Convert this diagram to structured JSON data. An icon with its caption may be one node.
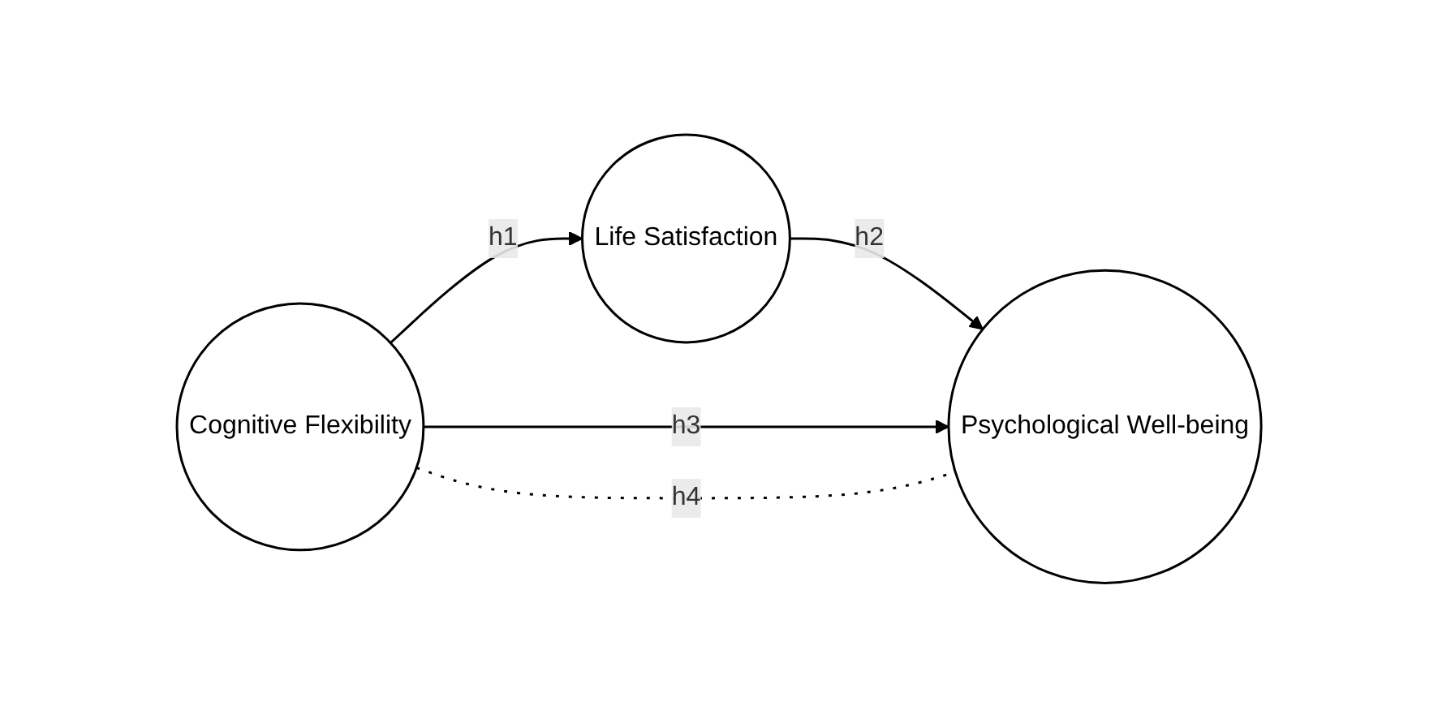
{
  "diagram": {
    "nodes": [
      {
        "text": [
          "Life Satisfaction"
        ]
      },
      {
        "text": [
          "Cognitive Flexibility"
        ]
      },
      {
        "text": [
          "Psychological Well-being"
        ]
      }
    ],
    "edges": [
      {
        "from": 1,
        "to": 0,
        "arrow": "to",
        "label": "h1"
      },
      {
        "from": 0,
        "to": 2,
        "arrow": "to",
        "label": "h2"
      },
      {
        "from": 1,
        "to": 2,
        "arrow": "to",
        "label": "h3"
      },
      {
        "from": 1,
        "to": 2,
        "arrow": "none",
        "label": "h4",
        "style": "dashed"
      }
    ]
  }
}
